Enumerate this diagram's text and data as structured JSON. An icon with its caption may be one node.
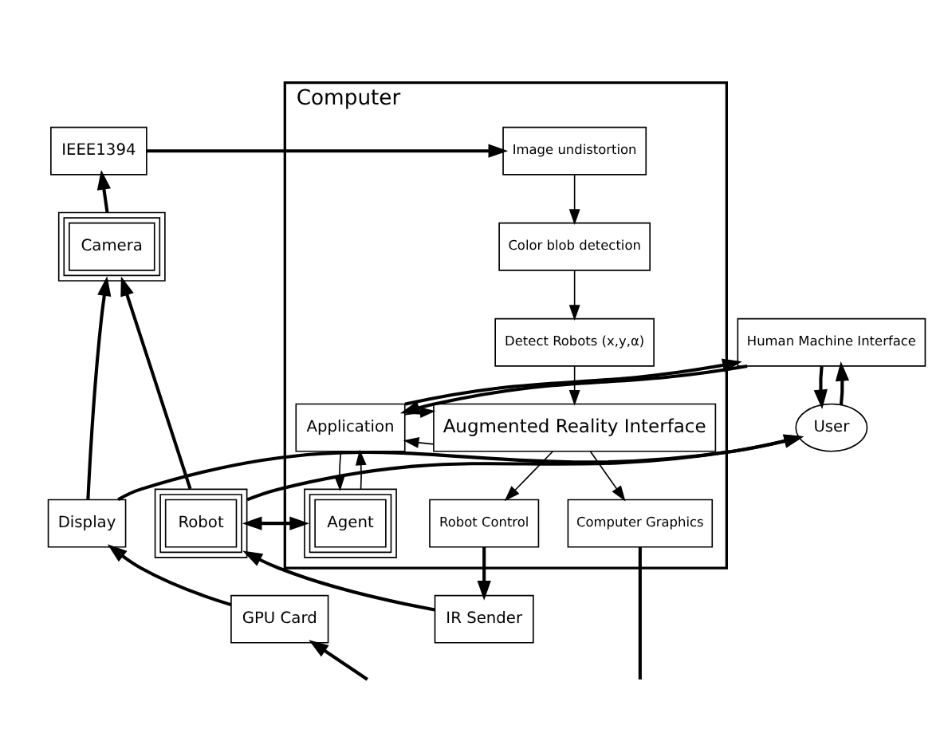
{
  "diagram": {
    "nodes": [
      {
        "text": [
          "Computer"
        ]
      },
      {
        "text": [
          "IEEE1394"
        ]
      },
      {
        "text": [
          "Image undistortion"
        ],
        "in": 0
      },
      {
        "text": [
          "Camera"
        ]
      },
      {
        "text": [
          "Human Machine Interface"
        ]
      },
      {
        "text": [
          "Color blob detection"
        ],
        "in": 0
      },
      {
        "text": [
          "Detect Robots (x,y,α)"
        ],
        "in": 0
      },
      {
        "text": [
          "Application"
        ],
        "in": 0
      },
      {
        "text": [
          "Augmented Reality Interface"
        ],
        "in": 0
      },
      {
        "text": [
          "User"
        ]
      },
      {
        "text": [
          "Display"
        ]
      },
      {
        "text": [
          "Robot"
        ]
      },
      {
        "text": [
          "Agent"
        ],
        "in": 0
      },
      {
        "text": [
          "Robot Control"
        ],
        "in": 0
      },
      {
        "text": [
          "Computer Graphics"
        ],
        "in": 0
      },
      {
        "text": [
          "GPU Card"
        ]
      },
      {
        "text": [
          "IR Sender"
        ]
      }
    ],
    "edges": [
      {
        "from": 1,
        "to": 2,
        "arrow": "to"
      },
      {
        "from": 3,
        "to": 1,
        "arrow": "to"
      },
      {
        "from": 7,
        "to": 4,
        "arrow": "to"
      },
      {
        "from": 4,
        "to": 7,
        "arrow": "to"
      },
      {
        "from": 4,
        "to": 9,
        "arrow": "to"
      },
      {
        "from": 9,
        "to": 4,
        "arrow": "to"
      },
      {
        "from": 2,
        "to": 5,
        "arrow": "to"
      },
      {
        "from": 5,
        "to": 6,
        "arrow": "to"
      },
      {
        "from": 6,
        "to": 8,
        "arrow": "to"
      },
      {
        "from": 8,
        "to": 7,
        "arrow": "to"
      },
      {
        "from": 7,
        "to": 8,
        "arrow": "to"
      },
      {
        "from": 7,
        "to": 12,
        "arrow": "to"
      },
      {
        "from": 12,
        "to": 7,
        "arrow": "to"
      },
      {
        "from": 8,
        "to": 13,
        "arrow": "to"
      },
      {
        "from": 8,
        "to": 14,
        "arrow": "to"
      },
      {
        "from": 10,
        "to": 3,
        "arrow": "to"
      },
      {
        "from": 11,
        "to": 3,
        "arrow": "to"
      },
      {
        "from": 10,
        "to": 9,
        "arrow": "to"
      },
      {
        "from": 11,
        "to": 9,
        "arrow": "to"
      },
      {
        "from": 11,
        "to": 12,
        "arrow": "both"
      },
      {
        "from": 15,
        "to": 10,
        "arrow": "to"
      },
      {
        "from": 16,
        "to": 11,
        "arrow": "to"
      },
      {
        "from": 13,
        "to": 16,
        "arrow": "to"
      },
      {
        "from": 14,
        "to": null,
        "arrow": "none"
      },
      {
        "from": null,
        "to": 15,
        "arrow": "to"
      }
    ]
  }
}
